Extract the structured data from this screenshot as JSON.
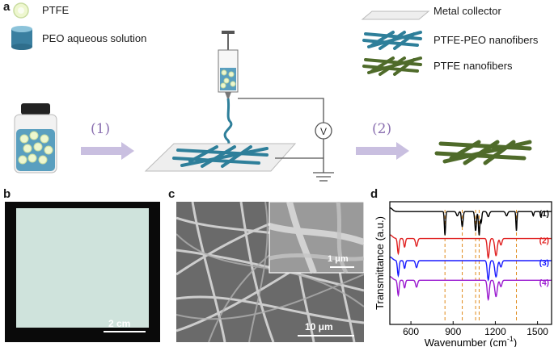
{
  "panels": {
    "a": "a",
    "b": "b",
    "c": "c",
    "d": "d"
  },
  "legend_left": [
    {
      "label": "PTFE",
      "icon": "ptfe-particle-icon"
    },
    {
      "label": "PEO aqueous solution",
      "icon": "peo-solution-icon"
    }
  ],
  "legend_right": [
    {
      "label": "Metal collector",
      "icon": "metal-collector-icon"
    },
    {
      "label": "PTFE-PEO nanofibers",
      "icon": "ptfe-peo-nanofiber-icon"
    },
    {
      "label": "PTFE nanofibers",
      "icon": "ptfe-nanofiber-icon"
    }
  ],
  "steps": [
    "(1)",
    "(2)"
  ],
  "voltage_symbol": "V",
  "scale_b": "2 cm",
  "scale_c_main": "10 μm",
  "scale_c_inset": "1 μm",
  "colors": {
    "peo": "#2e7f9a",
    "ptfe_fiber": "#4f6b2a",
    "arrow": "#c9bfe0",
    "label": "#8a6fb0"
  },
  "chart_data": {
    "type": "line",
    "xlabel_main": "Wavenumber (cm",
    "xlabel_sup": "-1",
    "xlabel_end": ")",
    "ylabel": "Transmittance (a.u.)",
    "xlim": [
      450,
      1600
    ],
    "ticks": [
      600,
      900,
      1200,
      1500
    ],
    "dashed_lines": [
      842,
      965,
      1060,
      1085,
      1350
    ],
    "series": [
      {
        "name": "(1)",
        "color": "#000000",
        "baseline": 0.92,
        "dips": [
          [
            842,
            0.55,
            6
          ],
          [
            930,
            0.1,
            10
          ],
          [
            965,
            0.35,
            8
          ],
          [
            1060,
            0.45,
            8
          ],
          [
            1085,
            0.55,
            7
          ],
          [
            1100,
            0.25,
            6
          ],
          [
            1150,
            0.12,
            10
          ],
          [
            1280,
            0.1,
            10
          ],
          [
            1350,
            0.45,
            5
          ],
          [
            1470,
            0.1,
            6
          ],
          [
            1525,
            0.12,
            6
          ]
        ]
      },
      {
        "name": "(2)",
        "color": "#e02020",
        "baseline": 0.7,
        "dips": [
          [
            510,
            0.35,
            8
          ],
          [
            555,
            0.2,
            8
          ],
          [
            640,
            0.18,
            10
          ],
          [
            1150,
            0.45,
            10
          ],
          [
            1205,
            0.4,
            12
          ],
          [
            1240,
            0.15,
            10
          ]
        ]
      },
      {
        "name": "(3)",
        "color": "#1a1aff",
        "baseline": 0.52,
        "dips": [
          [
            510,
            0.35,
            8
          ],
          [
            555,
            0.18,
            8
          ],
          [
            640,
            0.16,
            10
          ],
          [
            1150,
            0.45,
            10
          ],
          [
            1205,
            0.38,
            12
          ],
          [
            1240,
            0.15,
            10
          ]
        ]
      },
      {
        "name": "(4)",
        "color": "#9a1ad0",
        "baseline": 0.36,
        "dips": [
          [
            510,
            0.35,
            8
          ],
          [
            555,
            0.18,
            8
          ],
          [
            640,
            0.16,
            10
          ],
          [
            1150,
            0.45,
            10
          ],
          [
            1205,
            0.38,
            12
          ],
          [
            1240,
            0.15,
            10
          ]
        ]
      }
    ]
  }
}
